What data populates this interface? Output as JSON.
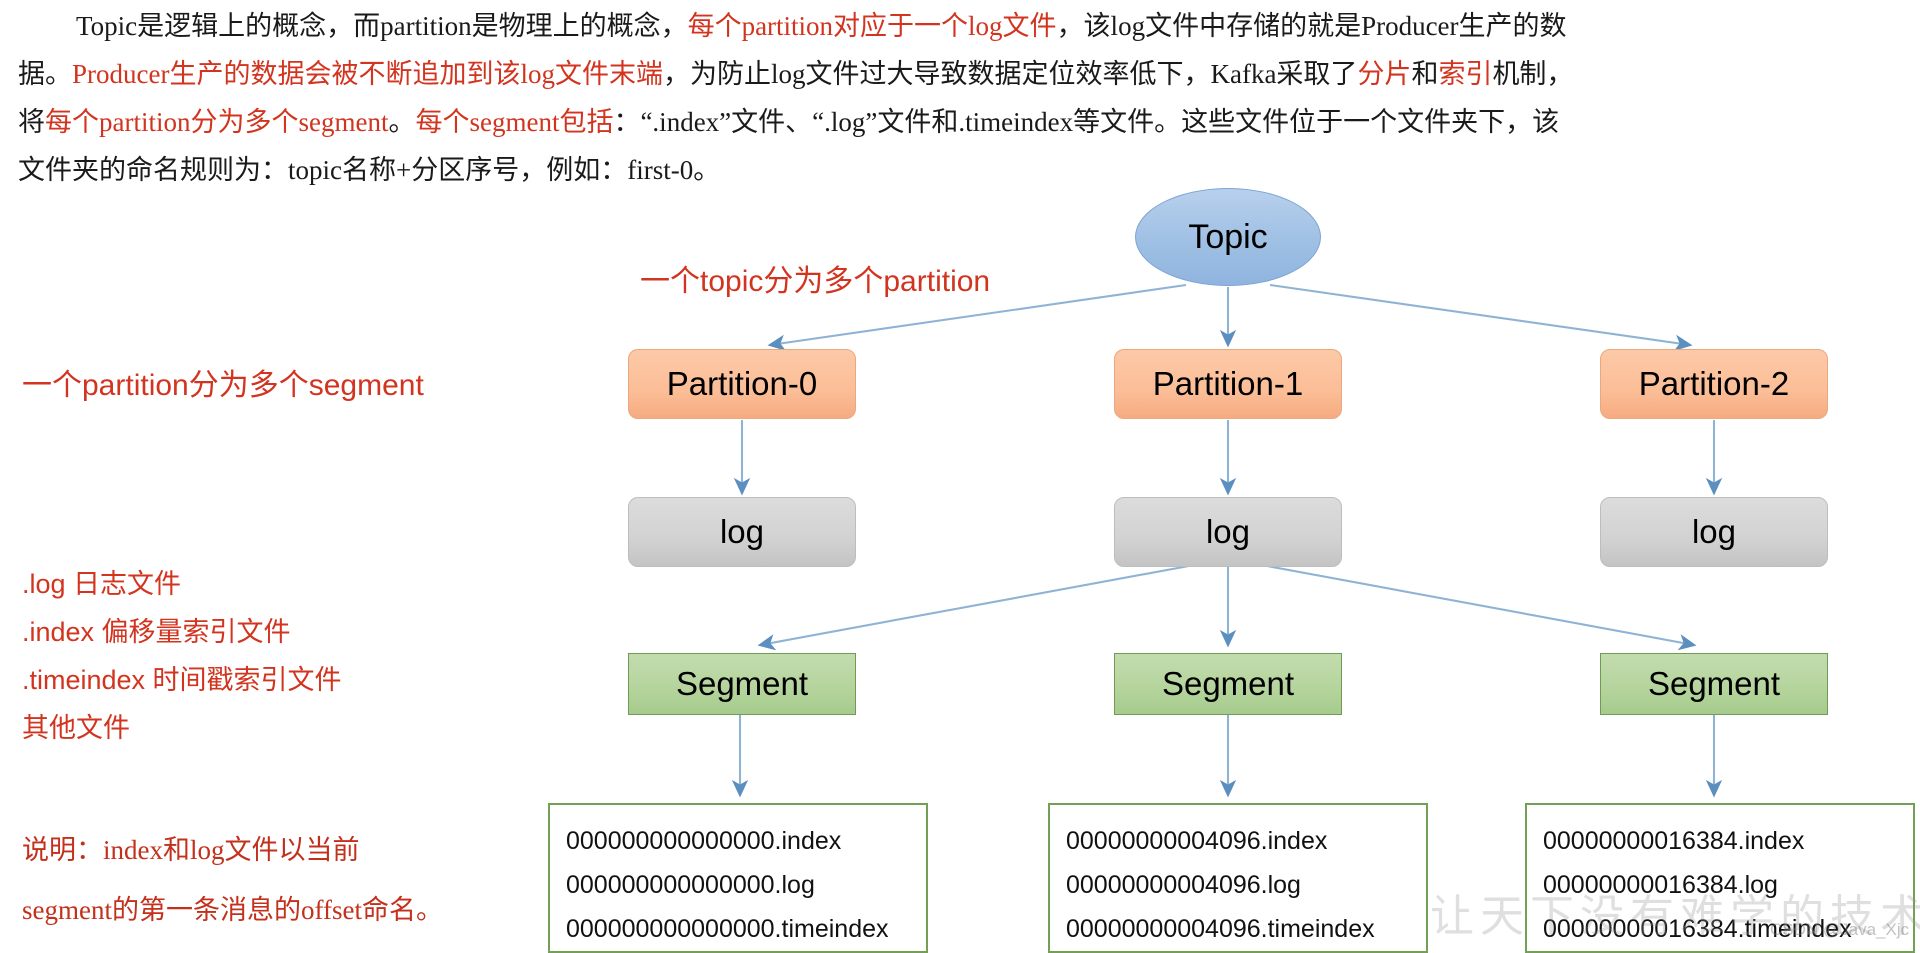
{
  "paragraph": {
    "lines": [
      "Topic是逻辑上的概念，而partition是物理上的概念，每个partition对应于一个log文件，该log文件中存储的就是Producer生产的数",
      "据。Producer生产的数据会被不断追加到该log文件末端，为防止log文件过大导致数据定位效率低下，Kafka采取了分片和索引机制，",
      "将每个partition分为多个segment。每个segment包括：“.index”文件、“.log”文件和.timeindex等文件。这些文件位于一个文件夹下，该",
      "文件夹的命名规则为：topic名称+分区序号，例如：first-0。"
    ]
  },
  "annotations": {
    "topic_split": "一个topic分为多个partition",
    "partition_split": "一个partition分为多个segment"
  },
  "legend": {
    "items": [
      ".log  日志文件",
      ".index 偏移量索引文件",
      ".timeindex 时间戳索引文件",
      "其他文件"
    ]
  },
  "note": {
    "lines": [
      "说明：index和log文件以当前",
      "segment的第一条消息的offset命名。"
    ]
  },
  "diagram": {
    "topic": {
      "label": "Topic"
    },
    "partitions": [
      {
        "label": "Partition-0"
      },
      {
        "label": "Partition-1"
      },
      {
        "label": "Partition-2"
      }
    ],
    "logs": [
      {
        "label": "log"
      },
      {
        "label": "log"
      },
      {
        "label": "log"
      }
    ],
    "segments": [
      {
        "label": "Segment"
      },
      {
        "label": "Segment"
      },
      {
        "label": "Segment"
      }
    ],
    "file_boxes": [
      {
        "files": [
          "000000000000000.index",
          "000000000000000.log",
          "000000000000000.timeindex"
        ]
      },
      {
        "files": [
          "00000000004096.index",
          "00000000004096.log",
          "00000000004096.timeindex"
        ]
      },
      {
        "files": [
          "00000000016384.index",
          "00000000016384.log",
          "00000000016384.timeindex"
        ]
      }
    ]
  },
  "watermark": {
    "text": "让天下没有难学的技术",
    "credit": "CSDN @Java_Xjc"
  },
  "colors": {
    "red_text": "#d2341f",
    "topic_fill": "#9fc0e4",
    "partition_fill": "#fbbe97",
    "log_fill": "#d2d2d2",
    "segment_fill": "#b4d49c",
    "file_box_border": "#74a055",
    "arrow": "#6f9cc7"
  }
}
